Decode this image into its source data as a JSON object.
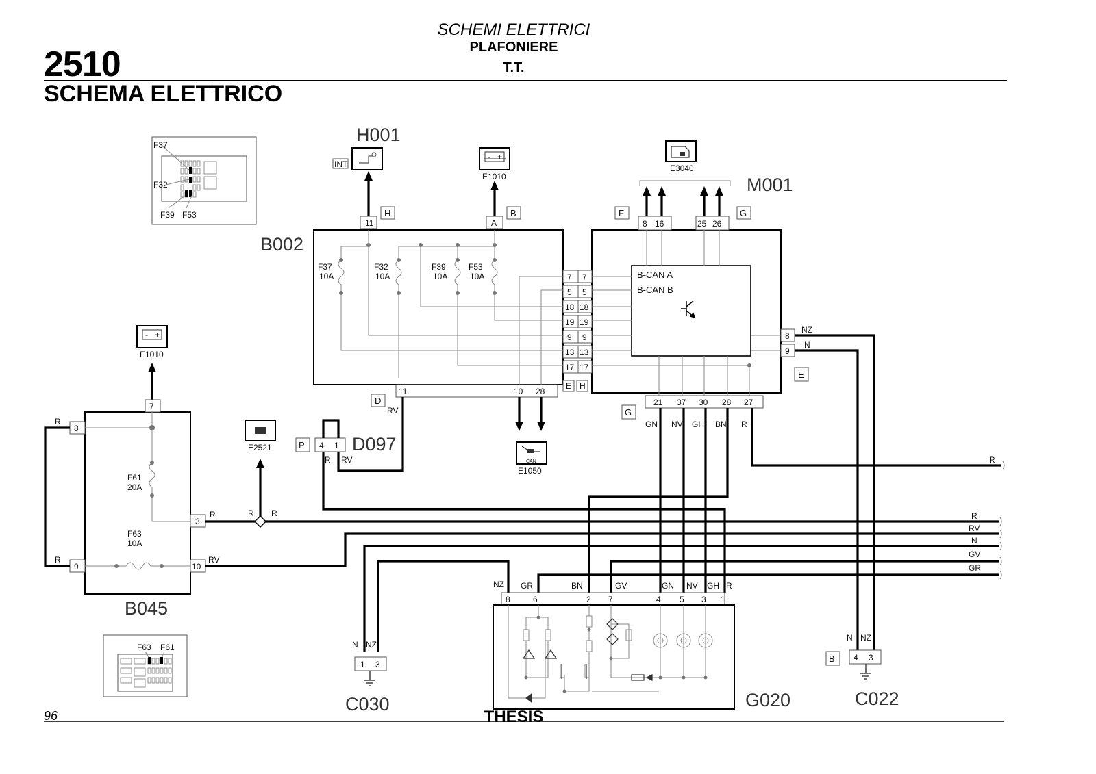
{
  "header": {
    "page_code": "2510",
    "section_italic": "SCHEMI ELETTRICI",
    "subject": "PLAFONIERE",
    "variant": "T.T.",
    "page_title": "SCHEMA ELETTRICO"
  },
  "footer": {
    "page_number": "96",
    "model": "THESIS"
  },
  "components": {
    "b002": {
      "name": "B002",
      "top_pins": {
        "p11": "11",
        "pA": "A"
      },
      "top_tags": {
        "H": "H",
        "B": "B"
      },
      "fuses": [
        {
          "name": "F37",
          "rating": "10A"
        },
        {
          "name": "F32",
          "rating": "10A"
        },
        {
          "name": "F39",
          "rating": "10A"
        },
        {
          "name": "F53",
          "rating": "10A"
        }
      ],
      "right_pins": [
        "7",
        "5",
        "18",
        "19",
        "9",
        "13",
        "17"
      ],
      "bottom_pins": {
        "p11": "11",
        "p10": "10",
        "p28": "28"
      },
      "tags": {
        "D": "D",
        "E": "E",
        "H": "H"
      },
      "wire_d": "RV"
    },
    "m001": {
      "name": "M001",
      "left_pins": [
        "7",
        "5",
        "18",
        "19",
        "9",
        "13",
        "17"
      ],
      "top_pins": [
        "8",
        "16",
        "25",
        "26"
      ],
      "top_tags": {
        "F": "F",
        "G": "G"
      },
      "inner_labels": [
        "B-CAN A",
        "B-CAN B"
      ],
      "right_pins": [
        "8",
        "9"
      ],
      "right_wires": [
        "NZ",
        "N"
      ],
      "tag_e": "E",
      "bottom_tag": "G",
      "bottom_pins": [
        "21",
        "37",
        "30",
        "28",
        "27"
      ],
      "bottom_wires": [
        "GN",
        "NV",
        "GH",
        "BN",
        "R"
      ]
    },
    "h001": {
      "name": "H001",
      "int": "INT"
    },
    "e1010_top": {
      "name": "E1010"
    },
    "e3040": {
      "name": "E3040"
    },
    "e1010_left": {
      "name": "E1010"
    },
    "e2521": {
      "name": "E2521"
    },
    "e1050": {
      "name": "E1050",
      "can": "CAN"
    },
    "b045": {
      "name": "B045",
      "top_pin": "7",
      "left_pins": [
        "8",
        "9"
      ],
      "left_wires": [
        "R",
        "R"
      ],
      "right_pins": [
        "3",
        "10"
      ],
      "right_wires": [
        "R",
        "RV"
      ],
      "fuses": [
        {
          "name": "F61",
          "rating": "20A"
        },
        {
          "name": "F63",
          "rating": "10A"
        }
      ]
    },
    "splice_wires": [
      "R",
      "R"
    ],
    "d097": {
      "name": "D097",
      "tag": "P",
      "pins": [
        "4",
        "1"
      ],
      "wires": [
        "R",
        "RV"
      ]
    },
    "g020": {
      "name": "G020",
      "pins": [
        "8",
        "6",
        "2",
        "7",
        "4",
        "5",
        "3",
        "1"
      ],
      "wires": [
        "NZ",
        "GR",
        "BN",
        "GV",
        "GN",
        "NV",
        "GH",
        "R"
      ]
    },
    "c030": {
      "name": "C030",
      "pins": [
        "1",
        "3"
      ],
      "wires": [
        "N",
        "NZ"
      ]
    },
    "c022": {
      "name": "C022",
      "pins": [
        "4",
        "3"
      ],
      "wires": [
        "N",
        "NZ"
      ],
      "tag": "B"
    },
    "harness_wires": [
      "R",
      "R",
      "RV",
      "N",
      "GV",
      "GR"
    ],
    "inset_top": {
      "labels": [
        "F37",
        "F32",
        "F39",
        "F53"
      ]
    },
    "inset_bottom": {
      "labels": [
        "F63",
        "F61"
      ]
    }
  }
}
